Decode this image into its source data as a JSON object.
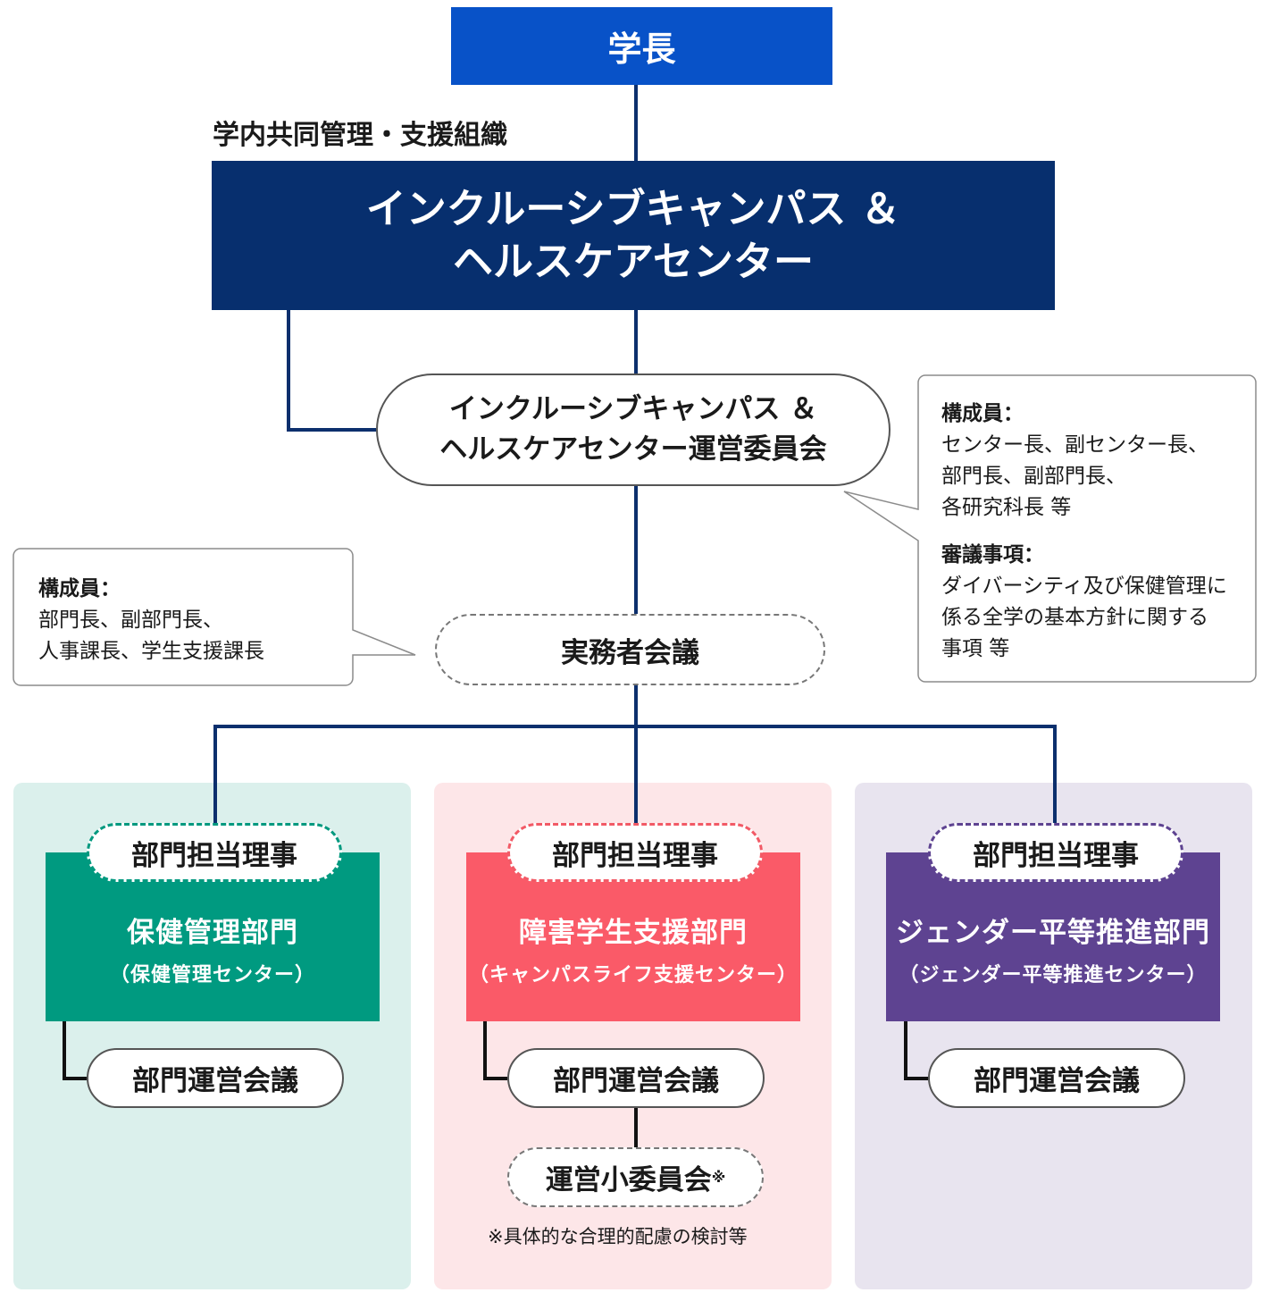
{
  "president": "学長",
  "org_label": "学内共同管理・支援組織",
  "center": {
    "line1": "インクルーシブキャンパス ＆",
    "line2": "ヘルスケアセンター"
  },
  "committee": {
    "line1": "インクルーシブキャンパス ＆",
    "line2": "ヘルスケアセンター運営委員会"
  },
  "committee_callout": {
    "members_heading": "構成員：",
    "members": [
      "センター長、副センター長、",
      "部門長、副部門長、",
      "各研究科長 等"
    ],
    "agenda_heading": "審議事項：",
    "agenda": [
      "ダイバーシティ及び保健管理に",
      "係る全学の基本方針に関する",
      "事項 等"
    ]
  },
  "staff_meeting": "実務者会議",
  "staff_callout": {
    "members_heading": "構成員：",
    "members": [
      "部門長、副部門長、",
      "人事課長、学生支援課長"
    ]
  },
  "departments": [
    {
      "director": "部門担当理事",
      "name": "保健管理部門",
      "sub": "（保健管理センター）",
      "meeting": "部門運営会議",
      "color": "#009a80",
      "panel_color": "#dbf0ec",
      "dash_color": "#00997f"
    },
    {
      "director": "部門担当理事",
      "name": "障害学生支援部門",
      "sub": "（キャンパスライフ支援センター）",
      "meeting": "部門運営会議",
      "color": "#fa5a68",
      "panel_color": "#fde6e8",
      "dash_color": "#f25a66"
    },
    {
      "director": "部門担当理事",
      "name": "ジェンダー平等推進部門",
      "sub": "（ジェンダー平等推進センター）",
      "meeting": "部門運営会議",
      "color": "#5e4391",
      "panel_color": "#e8e4ef",
      "dash_color": "#5e4391"
    }
  ],
  "subcommittee": {
    "label": "運営小委員会",
    "mark": "※"
  },
  "footnote": "※具体的な合理的配慮の検討等",
  "colors": {
    "line": "#0c2f6d",
    "president": "#0852c8",
    "center": "#072f6e"
  }
}
